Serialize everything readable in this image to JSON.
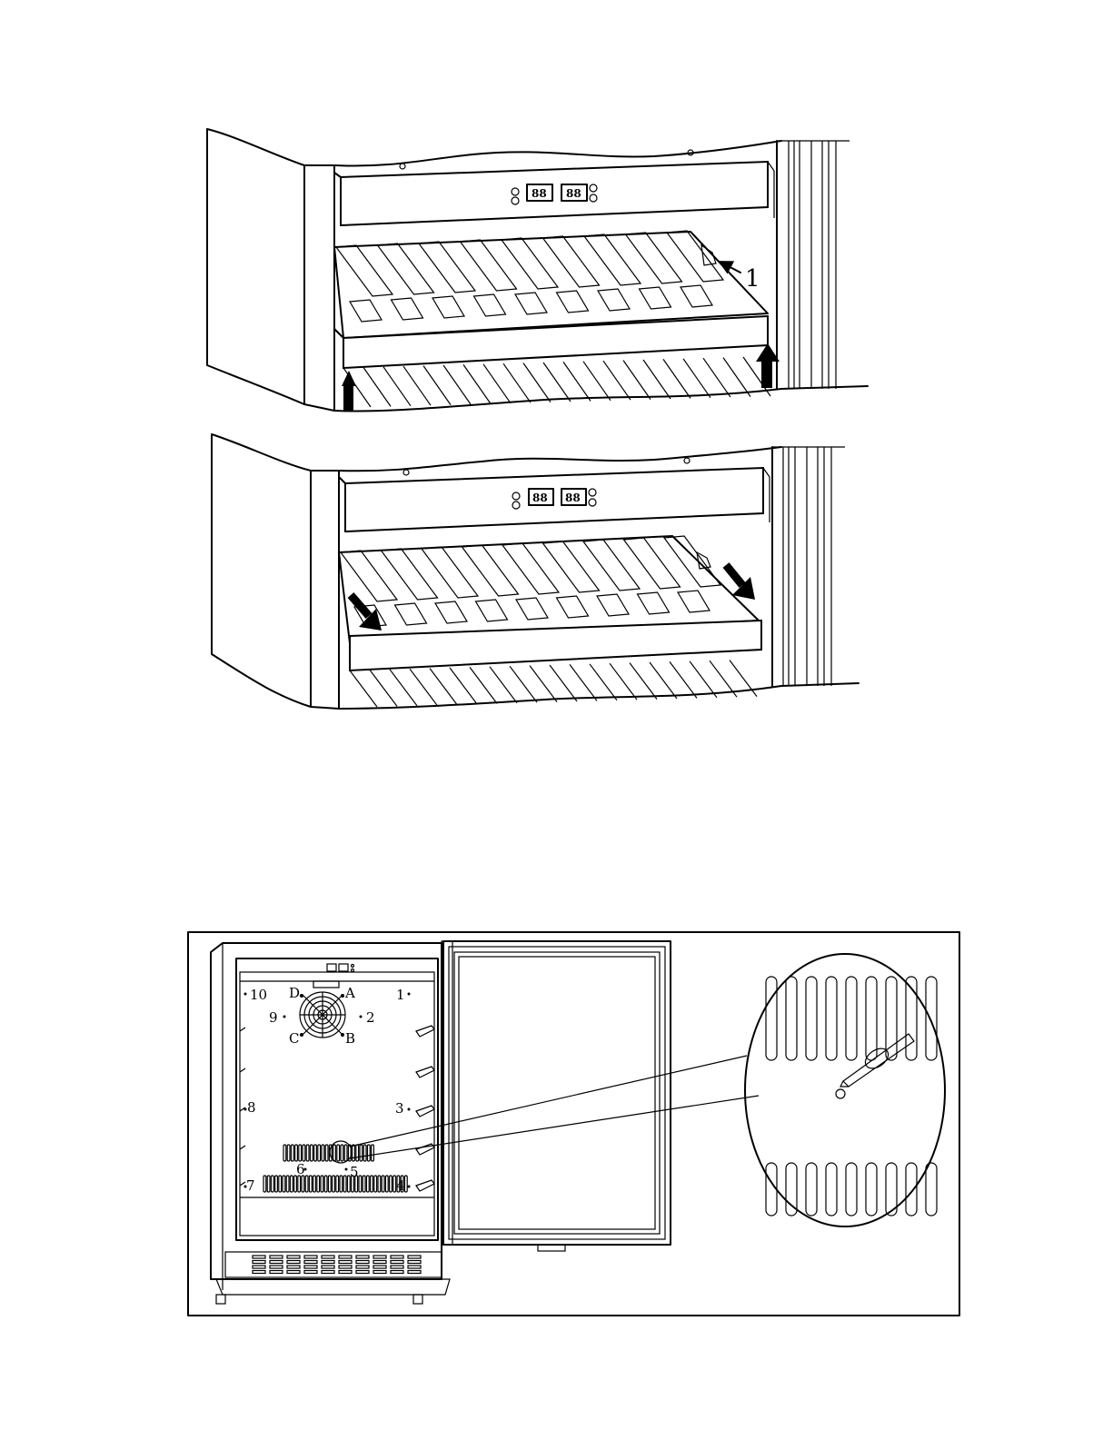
{
  "figure_top": {
    "callout_label": "1",
    "display_left": "88",
    "display_right": "88"
  },
  "figure_bottom": {
    "display_left": "88",
    "display_right": "88"
  },
  "figure_cabinet": {
    "point_labels": [
      "1",
      "2",
      "3",
      "4",
      "5",
      "6",
      "7",
      "8",
      "9",
      "10"
    ],
    "fan_labels": [
      "A",
      "B",
      "C",
      "D"
    ]
  }
}
